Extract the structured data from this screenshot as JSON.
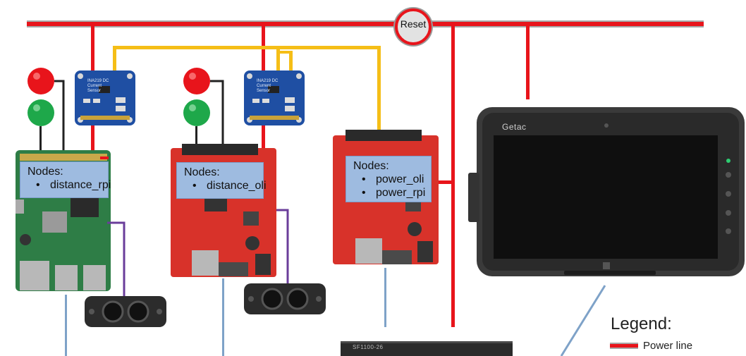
{
  "reset": {
    "label": "Reset"
  },
  "nodes_boxes": [
    {
      "title": "Nodes:",
      "items": [
        "distance_rpi"
      ]
    },
    {
      "title": "Nodes:",
      "items": [
        "distance_oli"
      ]
    },
    {
      "title": "Nodes:",
      "items": [
        "power_oli",
        "power_rpi"
      ]
    }
  ],
  "tablet": {
    "brand": "Getac"
  },
  "sensor": {
    "label_line1": "INA219 DC",
    "label_line2": "Current",
    "label_line3": "Sensor"
  },
  "switch": {
    "label": "SF1100-26"
  },
  "legend": {
    "title": "Legend:",
    "power_line_label": "Power line"
  },
  "colors": {
    "power_line": "#e8141b",
    "i2c_line": "#f5be17",
    "signal_line": "#6a3d9a",
    "network_line": "#7ea2c8",
    "board_red": "#d8322a",
    "board_green": "#2e7d46",
    "sensor_blue": "#1f4fa3",
    "node_box": "#9ebbe0"
  },
  "icons": [
    "traffic-light-icon",
    "current-sensor-icon",
    "raspberry-pi-board",
    "olimex-board",
    "lidar-sensor-icon",
    "rugged-tablet",
    "network-switch"
  ]
}
